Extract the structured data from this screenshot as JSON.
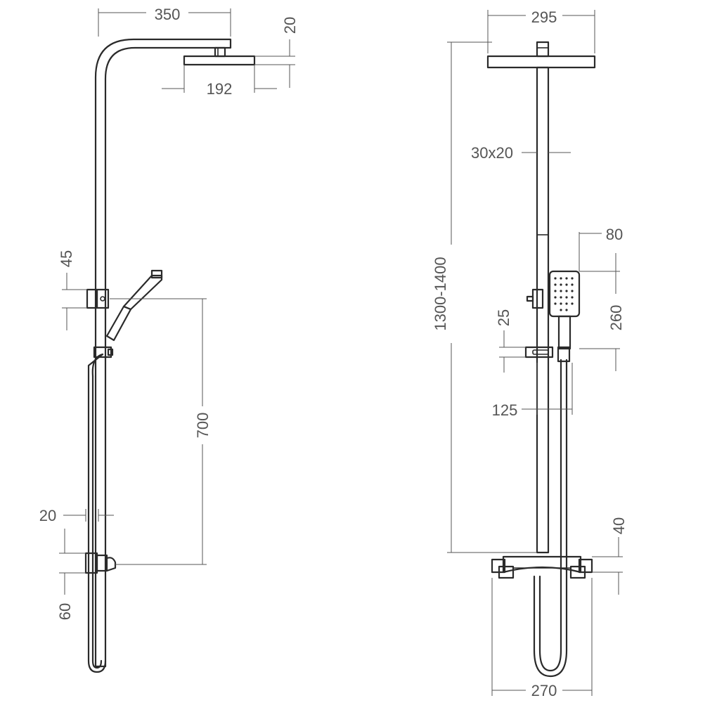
{
  "side_view": {
    "labels": {
      "arm_reach": "350",
      "head_thickness": "20",
      "head_width": "192",
      "upper_bracket": "45",
      "slide_range": "700",
      "pipe_gap": "20",
      "lower_bracket": "60"
    }
  },
  "front_view": {
    "labels": {
      "head_width": "295",
      "riser_section": "30x20",
      "handset_width": "80",
      "total_height": "1300-1400",
      "soap_dish_height": "25",
      "handset_length": "260",
      "holder_offset": "125",
      "valve_height": "40",
      "valve_width": "270"
    }
  }
}
